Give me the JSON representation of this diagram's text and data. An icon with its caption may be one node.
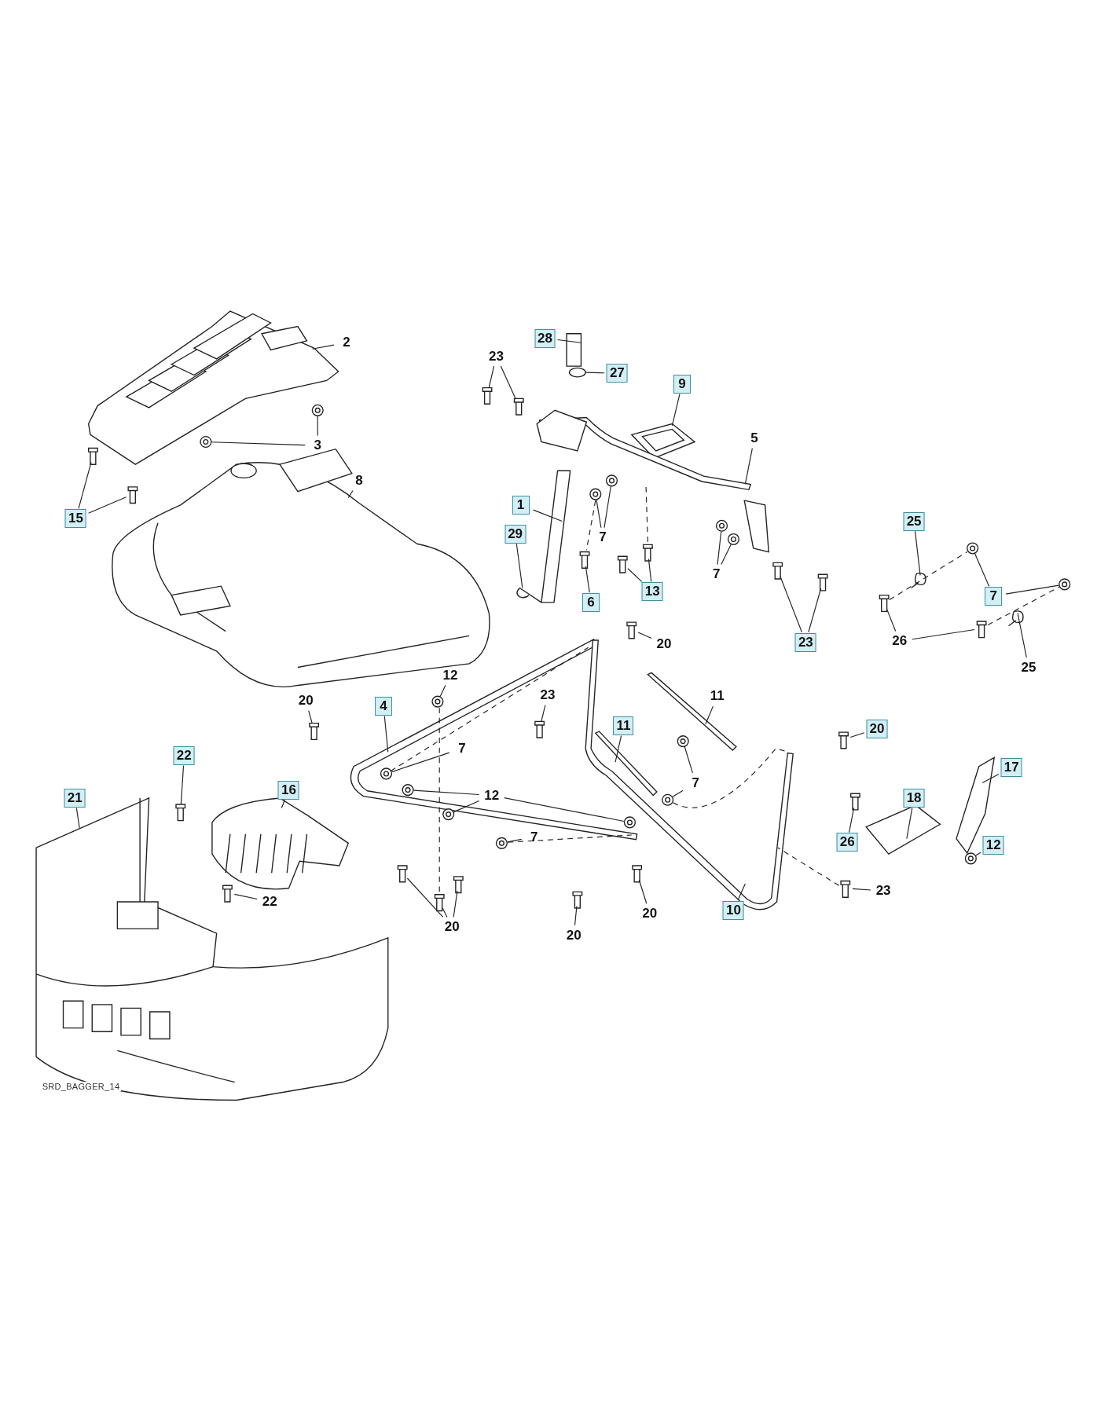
{
  "diagram": {
    "nodes": [
      {
        "text": [
          "28"
        ]
      },
      {
        "text": [
          "2"
        ]
      },
      {
        "text": [
          "23"
        ]
      },
      {
        "text": [
          "27"
        ]
      },
      {
        "text": [
          "9"
        ]
      },
      {
        "text": [
          "5"
        ]
      },
      {
        "text": [
          "3"
        ]
      },
      {
        "text": [
          "8"
        ]
      },
      {
        "text": [
          "1"
        ]
      },
      {
        "text": [
          "25"
        ]
      },
      {
        "text": [
          "15"
        ]
      },
      {
        "text": [
          "29"
        ]
      },
      {
        "text": [
          "7"
        ]
      },
      {
        "text": [
          "7"
        ]
      },
      {
        "text": [
          "7"
        ]
      },
      {
        "text": [
          "13"
        ]
      },
      {
        "text": [
          "6"
        ]
      },
      {
        "text": [
          "20"
        ]
      },
      {
        "text": [
          "23"
        ]
      },
      {
        "text": [
          "26"
        ]
      },
      {
        "text": [
          "25"
        ]
      },
      {
        "text": [
          "12"
        ]
      },
      {
        "text": [
          "20"
        ]
      },
      {
        "text": [
          "23"
        ]
      },
      {
        "text": [
          "11"
        ]
      },
      {
        "text": [
          "4"
        ]
      },
      {
        "text": [
          "20"
        ]
      },
      {
        "text": [
          "11"
        ]
      },
      {
        "text": [
          "7"
        ]
      },
      {
        "text": [
          "22"
        ]
      },
      {
        "text": [
          "17"
        ]
      },
      {
        "text": [
          "7"
        ]
      },
      {
        "text": [
          "16"
        ]
      },
      {
        "text": [
          "21"
        ]
      },
      {
        "text": [
          "12"
        ]
      },
      {
        "text": [
          "18"
        ]
      },
      {
        "text": [
          "7"
        ]
      },
      {
        "text": [
          "26"
        ]
      },
      {
        "text": [
          "12"
        ]
      },
      {
        "text": [
          "23"
        ]
      },
      {
        "text": [
          "22"
        ]
      },
      {
        "text": [
          "10"
        ]
      },
      {
        "text": [
          "20"
        ]
      },
      {
        "text": [
          "20"
        ]
      },
      {
        "text": [
          "20"
        ]
      },
      {
        "text": [],
        "shape": "box"
      },
      {
        "text": [],
        "shape": "picture"
      },
      {
        "text": [],
        "shape": "box"
      },
      {
        "text": [],
        "shape": "box"
      },
      {
        "text": [],
        "shape": "circle"
      },
      {
        "text": [],
        "shape": "picture"
      },
      {
        "text": [],
        "shape": "picture"
      },
      {
        "text": [],
        "shape": "circle"
      },
      {
        "text": [],
        "shape": "circle"
      },
      {
        "text": [],
        "shape": "picture"
      },
      {
        "text": [],
        "shape": "picture"
      },
      {
        "text": [],
        "shape": "picture"
      },
      {
        "text": [],
        "shape": "box"
      },
      {
        "text": [],
        "shape": "box"
      },
      {
        "text": [],
        "shape": "picture"
      },
      {
        "text": [],
        "shape": "circle"
      },
      {
        "text": [],
        "shape": "circle"
      },
      {
        "text": [],
        "shape": "circle"
      },
      {
        "text": [],
        "shape": "circle"
      },
      {
        "text": [],
        "shape": "circle"
      },
      {
        "text": [],
        "shape": "circle"
      },
      {
        "text": [],
        "shape": "box"
      },
      {
        "text": [],
        "shape": "box"
      },
      {
        "text": [],
        "shape": "box"
      },
      {
        "text": [],
        "shape": "box"
      },
      {
        "text": [],
        "shape": "box"
      },
      {
        "text": [],
        "shape": "box"
      },
      {
        "text": [],
        "shape": "box"
      },
      {
        "text": [],
        "shape": "box"
      },
      {
        "text": [],
        "shape": "picture"
      },
      {
        "text": [],
        "shape": "circle"
      },
      {
        "text": [],
        "shape": "box"
      },
      {
        "text": [],
        "shape": "box"
      },
      {
        "text": [],
        "shape": "picture"
      },
      {
        "text": [],
        "shape": "picture"
      },
      {
        "text": [],
        "shape": "box"
      },
      {
        "text": [],
        "shape": "picture"
      },
      {
        "text": [],
        "shape": "circle"
      },
      {
        "text": [],
        "shape": "box"
      },
      {
        "text": [],
        "shape": "picture"
      },
      {
        "text": [],
        "shape": "circle"
      },
      {
        "text": [],
        "shape": "circle"
      },
      {
        "text": [],
        "shape": "picture"
      },
      {
        "text": [],
        "shape": "picture"
      },
      {
        "text": [],
        "shape": "circle"
      },
      {
        "text": [],
        "shape": "circle"
      },
      {
        "text": [],
        "shape": "circle"
      },
      {
        "text": [],
        "shape": "picture"
      },
      {
        "text": [],
        "shape": "circle"
      },
      {
        "text": [],
        "shape": "box"
      },
      {
        "text": [],
        "shape": "circle"
      },
      {
        "text": [],
        "shape": "box"
      },
      {
        "text": [],
        "shape": "box"
      },
      {
        "text": [],
        "shape": "picture"
      },
      {
        "text": [],
        "shape": "box"
      },
      {
        "text": [],
        "shape": "box"
      },
      {
        "text": [],
        "shape": "box"
      },
      {
        "text": [],
        "shape": "box"
      },
      {
        "text": [],
        "shape": "box"
      }
    ],
    "edges": [
      {
        "from": 0,
        "to": 45,
        "arrow": "none"
      },
      {
        "from": 1,
        "to": 46,
        "arrow": "none"
      },
      {
        "from": 2,
        "to": 47,
        "arrow": "none"
      },
      {
        "from": 2,
        "to": 48,
        "arrow": "none"
      },
      {
        "from": 3,
        "to": 49,
        "arrow": "none"
      },
      {
        "from": 4,
        "to": 50,
        "arrow": "none"
      },
      {
        "from": 5,
        "to": 51,
        "arrow": "none"
      },
      {
        "from": 6,
        "to": 52,
        "arrow": "none"
      },
      {
        "from": 6,
        "to": 53,
        "arrow": "none"
      },
      {
        "from": 7,
        "to": 54,
        "arrow": "none"
      },
      {
        "from": 8,
        "to": 55,
        "arrow": "none"
      },
      {
        "from": 9,
        "to": 56,
        "arrow": "none"
      },
      {
        "from": 10,
        "to": 57,
        "arrow": "none"
      },
      {
        "from": 10,
        "to": 58,
        "arrow": "none"
      },
      {
        "from": 11,
        "to": 59,
        "arrow": "none"
      },
      {
        "from": 12,
        "to": 60,
        "arrow": "none"
      },
      {
        "from": 12,
        "to": 61,
        "arrow": "none"
      },
      {
        "from": 13,
        "to": 62,
        "arrow": "none"
      },
      {
        "from": 13,
        "to": 63,
        "arrow": "none"
      },
      {
        "from": 14,
        "to": 64,
        "arrow": "none"
      },
      {
        "from": 14,
        "to": 65,
        "arrow": "none"
      },
      {
        "from": 15,
        "to": 66,
        "arrow": "none"
      },
      {
        "from": 15,
        "to": 67,
        "arrow": "none"
      },
      {
        "from": 16,
        "to": 68,
        "arrow": "none"
      },
      {
        "from": 17,
        "to": 69,
        "arrow": "none"
      },
      {
        "from": 18,
        "to": 70,
        "arrow": "none"
      },
      {
        "from": 18,
        "to": 71,
        "arrow": "none"
      },
      {
        "from": 19,
        "to": 72,
        "arrow": "none"
      },
      {
        "from": 19,
        "to": 73,
        "arrow": "none"
      },
      {
        "from": 20,
        "to": 74,
        "arrow": "none"
      },
      {
        "from": 21,
        "to": 75,
        "arrow": "none"
      },
      {
        "from": 22,
        "to": 76,
        "arrow": "none"
      },
      {
        "from": 23,
        "to": 77,
        "arrow": "none"
      },
      {
        "from": 24,
        "to": 78,
        "arrow": "none"
      },
      {
        "from": 25,
        "to": 79,
        "arrow": "none"
      },
      {
        "from": 26,
        "to": 80,
        "arrow": "none"
      },
      {
        "from": 27,
        "to": 81,
        "arrow": "none"
      },
      {
        "from": 28,
        "to": 82,
        "arrow": "none"
      },
      {
        "from": 29,
        "to": 83,
        "arrow": "none"
      },
      {
        "from": 30,
        "to": 84,
        "arrow": "none"
      },
      {
        "from": 31,
        "to": 85,
        "arrow": "none"
      },
      {
        "from": 31,
        "to": 86,
        "arrow": "none"
      },
      {
        "from": 32,
        "to": 87,
        "arrow": "none"
      },
      {
        "from": 33,
        "to": 88,
        "arrow": "none"
      },
      {
        "from": 34,
        "to": 89,
        "arrow": "none"
      },
      {
        "from": 34,
        "to": 90,
        "arrow": "none"
      },
      {
        "from": 34,
        "to": 91,
        "arrow": "none"
      },
      {
        "from": 35,
        "to": 92,
        "arrow": "none"
      },
      {
        "from": 36,
        "to": 93,
        "arrow": "none"
      },
      {
        "from": 37,
        "to": 94,
        "arrow": "none"
      },
      {
        "from": 38,
        "to": 95,
        "arrow": "none"
      },
      {
        "from": 39,
        "to": 96,
        "arrow": "none"
      },
      {
        "from": 40,
        "to": 97,
        "arrow": "none"
      },
      {
        "from": 41,
        "to": 98,
        "arrow": "none"
      },
      {
        "from": 42,
        "to": 99,
        "arrow": "none"
      },
      {
        "from": 43,
        "to": 100,
        "arrow": "none"
      },
      {
        "from": 43,
        "to": 101,
        "arrow": "none"
      },
      {
        "from": 43,
        "to": 102,
        "arrow": "none"
      },
      {
        "from": 44,
        "to": 103,
        "arrow": "none"
      },
      {
        "from": 75,
        "to": 101,
        "arrow": "none",
        "style": "dashed"
      },
      {
        "from": 82,
        "to": 98,
        "arrow": "none",
        "style": "dashed"
      },
      {
        "from": 86,
        "to": 98,
        "arrow": "none",
        "style": "dashed"
      },
      {
        "from": 93,
        "to": 79,
        "arrow": "none",
        "style": "dashed"
      },
      {
        "from": 60,
        "to": 68,
        "arrow": "none",
        "style": "dashed"
      },
      {
        "from": 51,
        "to": 67,
        "arrow": "none",
        "style": "dashed"
      },
      {
        "from": 96,
        "to": 98,
        "arrow": "none",
        "style": "dashed"
      },
      {
        "from": 72,
        "to": 64,
        "arrow": "none",
        "style": "dashed"
      },
      {
        "from": 73,
        "to": 65,
        "arrow": "none",
        "style": "dashed"
      }
    ],
    "labels": [
      "SRD_BAGGER_14"
    ]
  }
}
